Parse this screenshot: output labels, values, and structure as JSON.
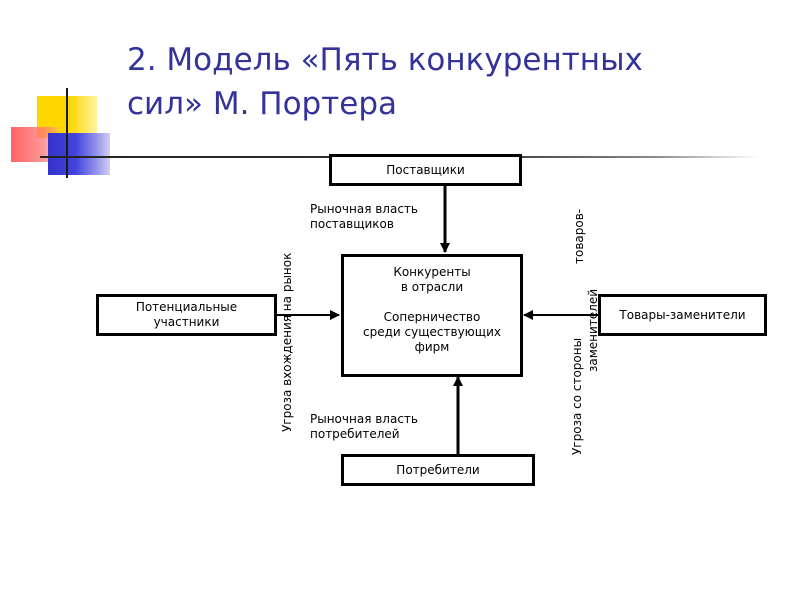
{
  "title": {
    "line1": "2. Модель «Пять конкурентных",
    "line2": "сил» М. Портера"
  },
  "boxes": {
    "suppliers": "Поставщики",
    "potential": [
      "Потенциальные",
      "участники"
    ],
    "center_top": [
      "Конкуренты",
      "в отрасли"
    ],
    "center_bottom": [
      "Соперничество",
      "среди существующих",
      "фирм"
    ],
    "substitutes": "Товары-заменители",
    "consumers": "Потребители"
  },
  "labels": {
    "supplier_power": [
      "Рыночная власть",
      "поставщиков"
    ],
    "consumer_power": [
      "Рыночная власть",
      "потребителей"
    ],
    "entry_threat": "Угроза вхождения на рынок",
    "substitute_threat_1": "Угроза со стороны",
    "substitute_threat_2": "товаров-",
    "substitute_threat_3": "заменителей"
  },
  "colors": {
    "title": "#333399",
    "deco_yellow": "#ffd700",
    "deco_red": "#ff5a5a",
    "deco_blue": "#3333cc"
  }
}
